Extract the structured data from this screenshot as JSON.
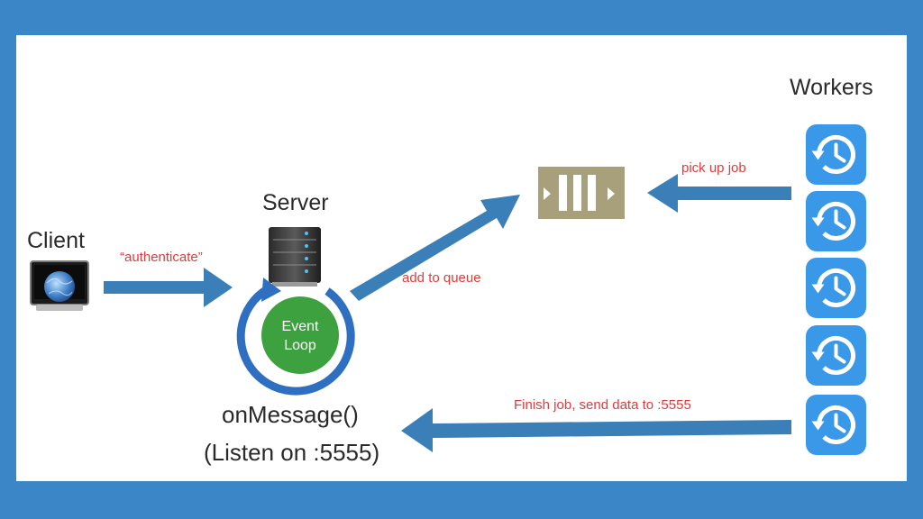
{
  "labels": {
    "client": "Client",
    "server": "Server",
    "workers": "Workers",
    "authenticate": "“authenticate”",
    "add_to_queue": "add to queue",
    "pick_up_job": "pick up job",
    "finish_job": "Finish job, send data to :5555",
    "event_loop_line1": "Event",
    "event_loop_line2": "Loop",
    "on_message": "onMessage()",
    "listen_on": "(Listen on :5555)"
  },
  "colors": {
    "frame": "#3b86c6",
    "arrow": "#3a7fb8",
    "event_loop": "#3da13f",
    "queue": "#a7a07a",
    "worker_tile": "#3a98e8",
    "annotation": "#e23b3b"
  },
  "icons": {
    "client": "computer-monitor-globe-icon",
    "server": "server-rack-icon",
    "queue": "message-queue-icon",
    "worker": "history-clock-icon"
  },
  "workers": [
    {
      "icon": "history-clock-icon"
    },
    {
      "icon": "history-clock-icon"
    },
    {
      "icon": "history-clock-icon"
    },
    {
      "icon": "history-clock-icon"
    },
    {
      "icon": "history-clock-icon"
    }
  ]
}
